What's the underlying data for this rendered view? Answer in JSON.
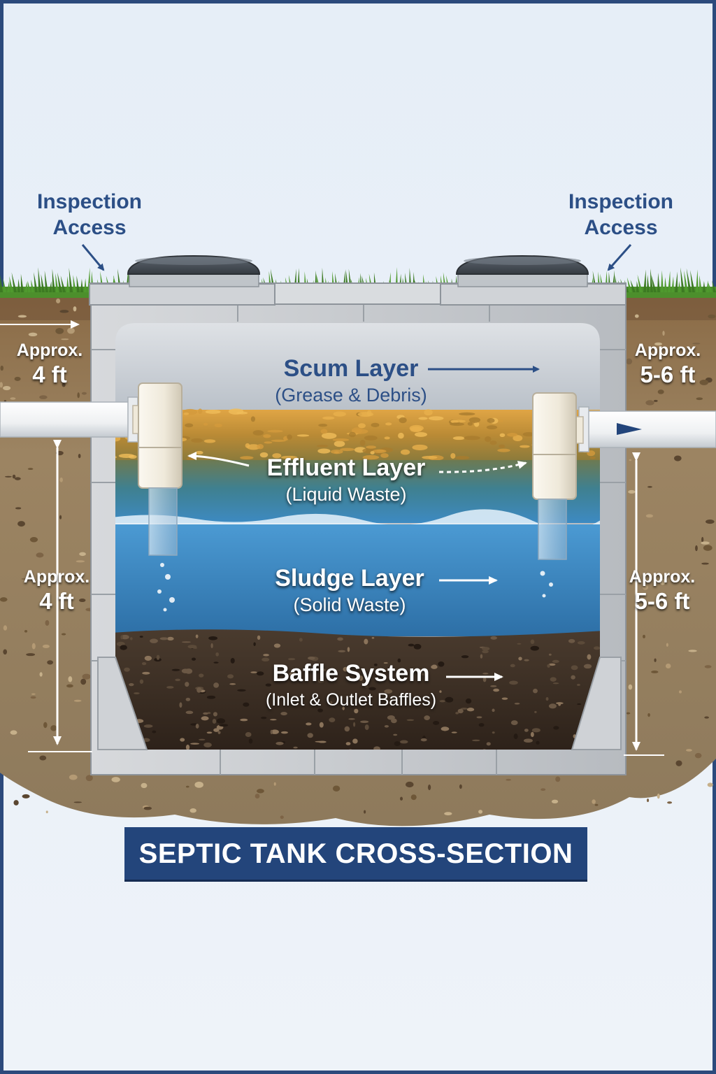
{
  "access": {
    "left": {
      "line1": "Inspection",
      "line2": "Access"
    },
    "right": {
      "line1": "Inspection",
      "line2": "Access"
    }
  },
  "dimensions": {
    "left_top": {
      "line1": "Approx.",
      "line2": "4 ft"
    },
    "right_top": {
      "line1": "Approx.",
      "line2": "5-6 ft"
    },
    "left_bottom": {
      "line1": "Approx.",
      "line2": "4 ft"
    },
    "right_bottom": {
      "line1": "Approx.",
      "line2": "5-6 ft"
    }
  },
  "layers": {
    "scum": {
      "title": "Scum Layer",
      "subtitle": "(Grease & Debris)"
    },
    "effluent": {
      "title": "Effluent Layer",
      "subtitle": "(Liquid Waste)"
    },
    "sludge": {
      "title": "Sludge Layer",
      "subtitle": "(Solid Waste)"
    },
    "baffle": {
      "title": "Baffle System",
      "subtitle": "(Inlet & Outlet Baffles)"
    }
  },
  "banner": {
    "text": "SEPTIC TANK CROSS-SECTION"
  },
  "colors": {
    "label_blue": "#2c4f86",
    "banner": "#23457b",
    "scum": "#c9902e",
    "effluent": "#3b87be",
    "sludge": "#3a2d22",
    "soil": "#8f7756",
    "grass": "#4c8f2c",
    "concrete": "#c9ccd0"
  }
}
